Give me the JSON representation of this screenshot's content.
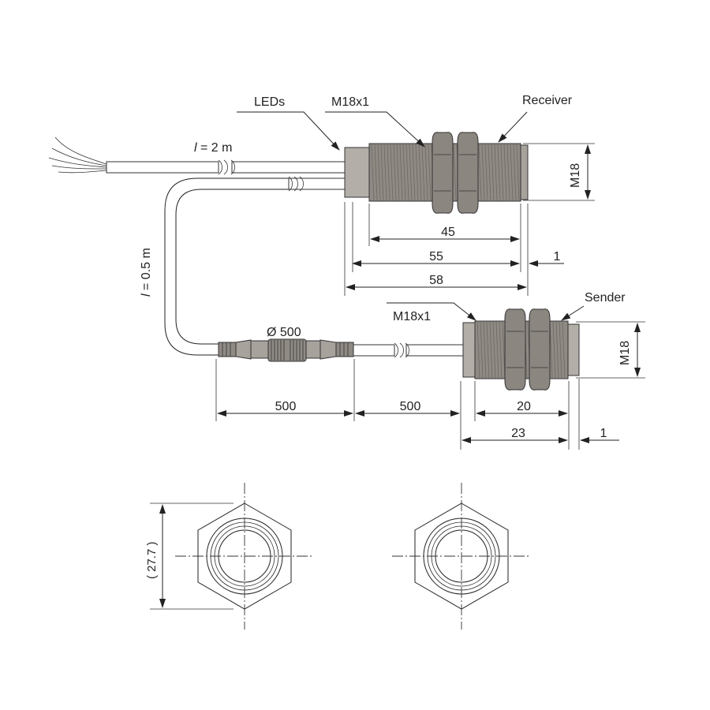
{
  "colors": {
    "body_fill": "#8f8a84",
    "thread_stripe": "#6e6963",
    "cap_fill": "#b3aea8",
    "nut_fill": "#8b8680",
    "line": "#222222"
  },
  "receiver": {
    "leds_label": "LEDs",
    "thread_label": "M18x1",
    "name_label": "Receiver",
    "cable_label": "2 m",
    "cable_label_italic": "l",
    "cable_label_eq": " = ",
    "diameter_label": "M18",
    "dim_45": "45",
    "dim_55": "55",
    "dim_58": "58",
    "dim_1": "1"
  },
  "link_cable": {
    "length_label_italic": "l",
    "length_label_rest": " = 0.5 m",
    "connector_label": "Ø 500"
  },
  "sender": {
    "thread_label": "M18x1",
    "name_label": "Sender",
    "diameter_label": "M18",
    "dim_500_a": "500",
    "dim_500_b": "500",
    "dim_20": "20",
    "dim_23": "23",
    "dim_1": "1"
  },
  "front_views": {
    "hex_dim_label": "( 27.7 )"
  },
  "icons": [
    "arrowhead-icon",
    "wire-ends-icon",
    "thread-stripes-icon",
    "hex-nut-icon"
  ]
}
